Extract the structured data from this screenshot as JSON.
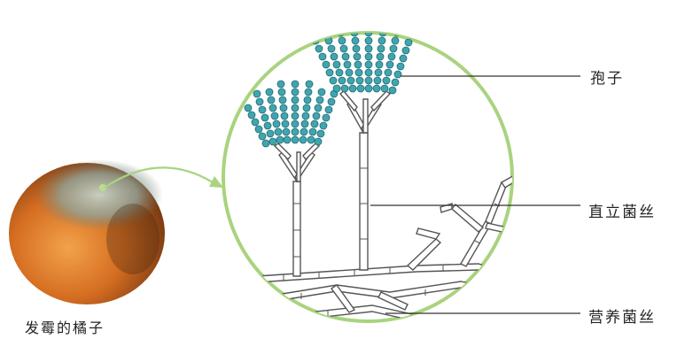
{
  "labels": {
    "spore": "孢子",
    "aerial_hyphae": "直立菌丝",
    "vegetative_hyphae": "营养菌丝",
    "moldy_orange": "发霉的橘子"
  },
  "colors": {
    "circle": "#a9d37e",
    "arrow": "#a9d37e",
    "spore": "#3fa6b0",
    "hypha_outline": "#555555",
    "orange": "#d7772a",
    "mold": "#8ea39a"
  }
}
